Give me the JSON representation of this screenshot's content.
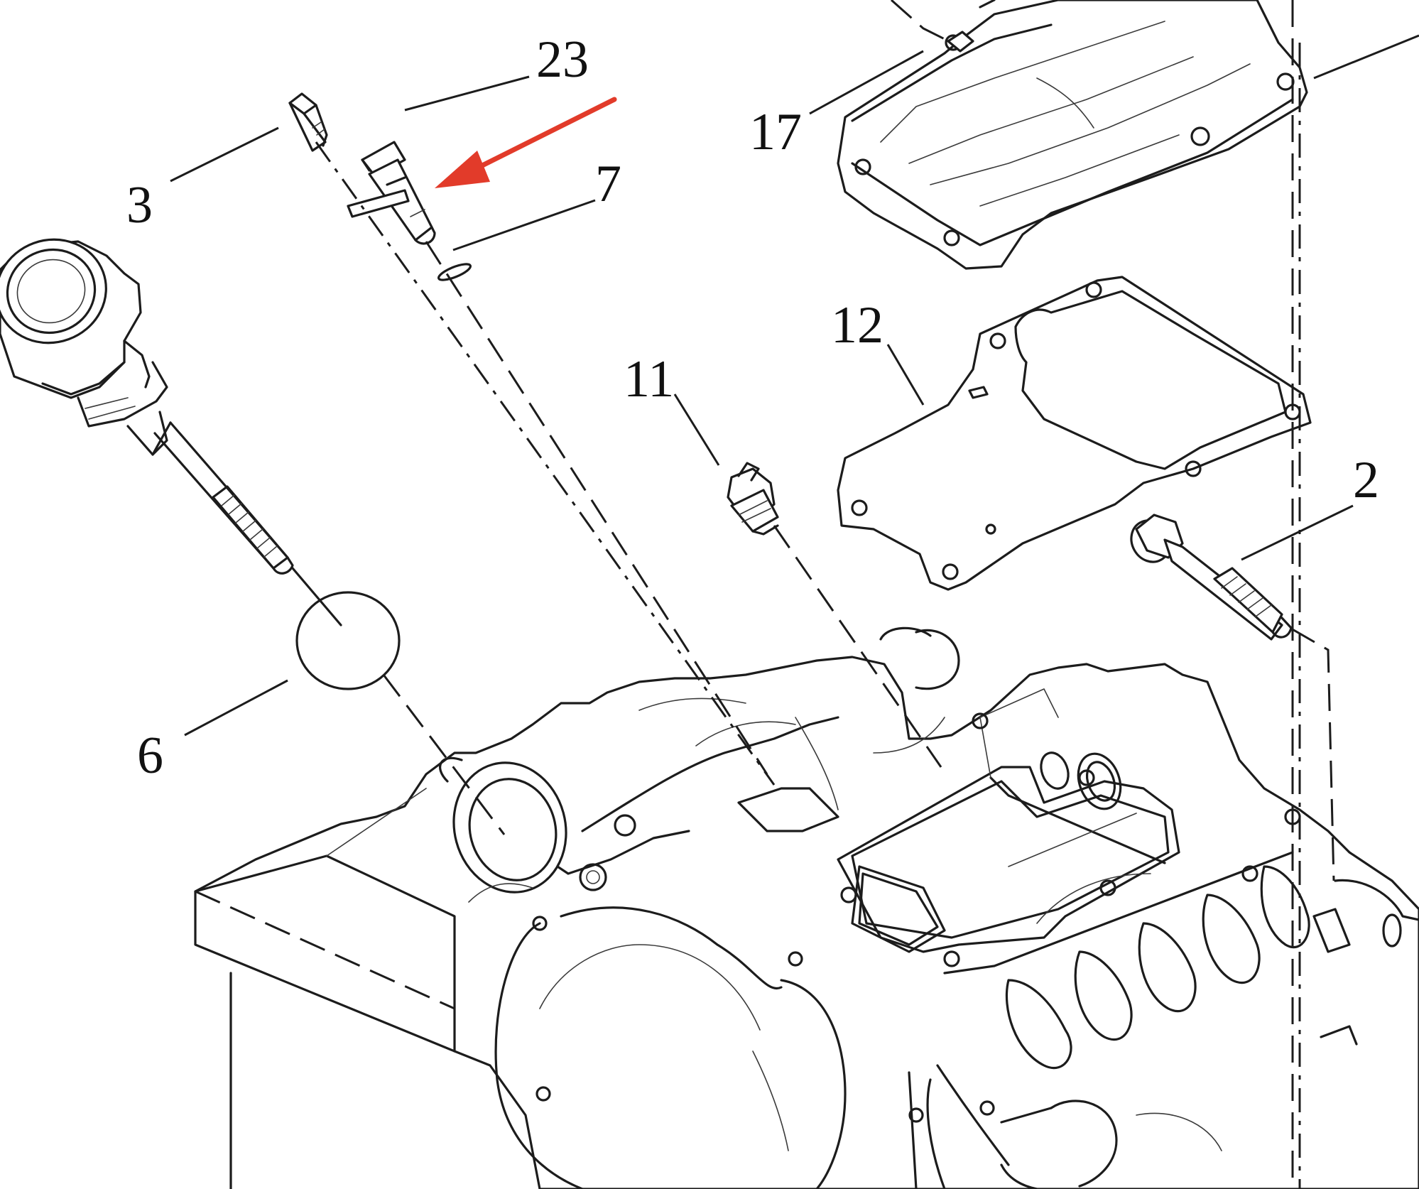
{
  "diagram": {
    "callouts": [
      "23",
      "3",
      "7",
      "17",
      "12",
      "11",
      "2",
      "6"
    ],
    "arrow_color": "#e23b2a",
    "line_color": "#1c1c1c",
    "background_color": "#ffffff"
  }
}
